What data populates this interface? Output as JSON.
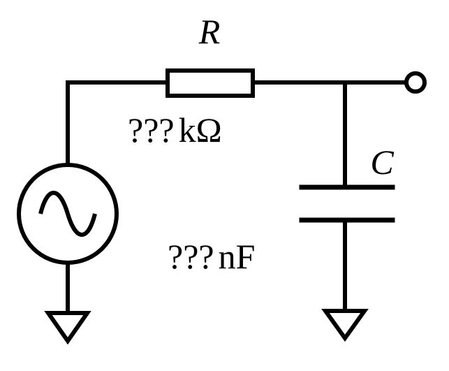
{
  "resistor": {
    "symbol": "R",
    "value": "???",
    "unit": "kΩ"
  },
  "capacitor": {
    "symbol": "C",
    "value": "???",
    "unit": "nF"
  },
  "icons": {
    "source": "ac-voltage-source-icon",
    "ground": "ground-icon",
    "terminal": "output-terminal-icon"
  }
}
